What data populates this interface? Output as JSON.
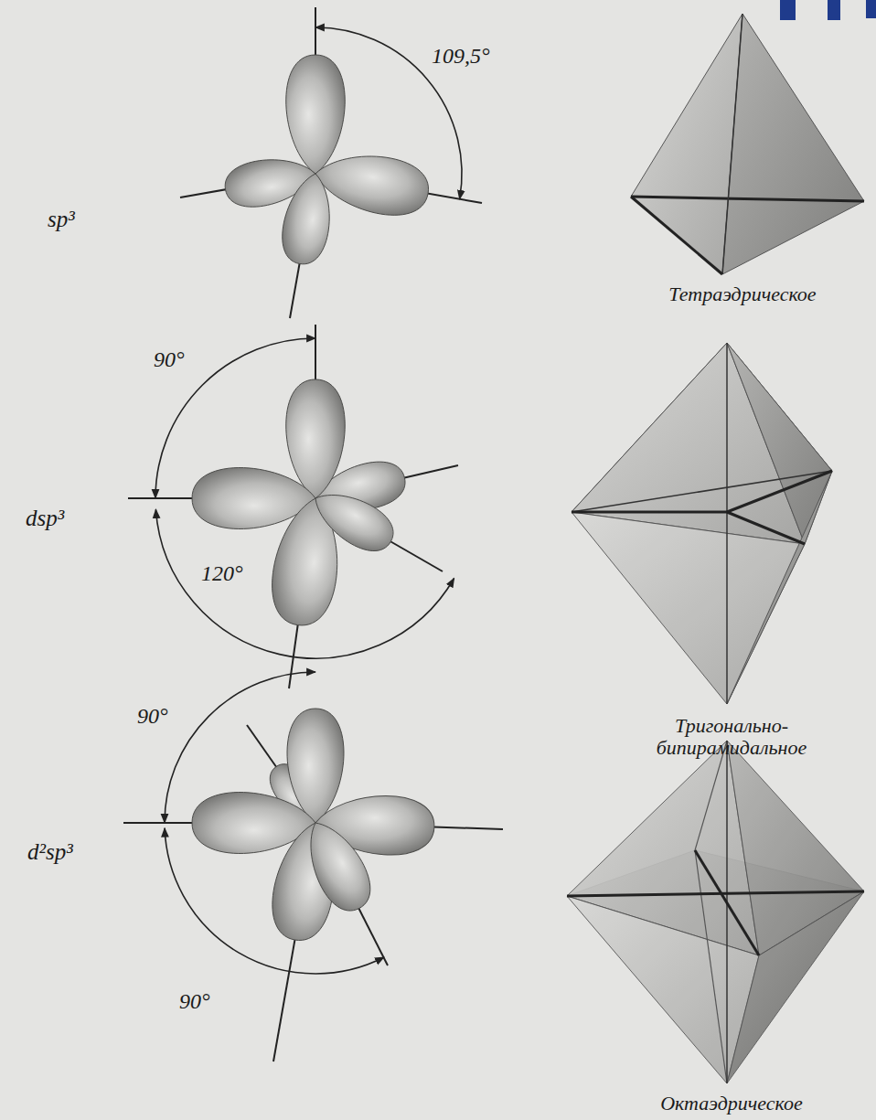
{
  "diagram": {
    "labels": [
      "109,5°",
      "sp³",
      "Тетраэдрическое",
      "90°",
      "dsp³",
      "120°",
      "Тригонально- бипирамидальное",
      "90°",
      "d²sp³",
      "90°",
      "Октаэдрическое"
    ]
  }
}
